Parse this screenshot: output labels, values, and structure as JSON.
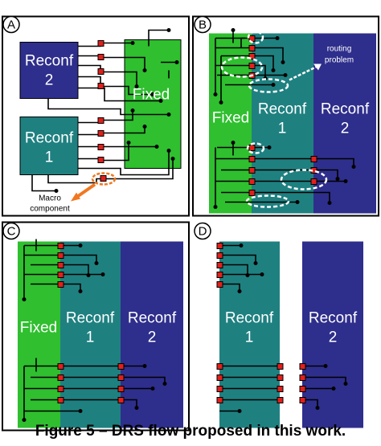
{
  "panels": [
    {
      "id": "A",
      "badge": "A",
      "reconf2_top": "Reconf",
      "reconf2_bottom": "2",
      "fixed": "Fixed",
      "reconf1_top": "Reconf",
      "reconf1_bottom": "1",
      "macro_top": "Macro",
      "macro_bottom": "component"
    },
    {
      "id": "B",
      "badge": "B",
      "fixed": "Fixed",
      "reconf1_top": "Reconf",
      "reconf1_bottom": "1",
      "reconf2_top": "Reconf",
      "reconf2_bottom": "2",
      "routing_top": "routing",
      "routing_bottom": "problem"
    },
    {
      "id": "C",
      "badge": "C",
      "fixed": "Fixed",
      "reconf1_top": "Reconf",
      "reconf1_bottom": "1",
      "reconf2_top": "Reconf",
      "reconf2_bottom": "2"
    },
    {
      "id": "D",
      "badge": "D",
      "reconf1_top": "Reconf",
      "reconf1_bottom": "1",
      "reconf2_top": "Reconf",
      "reconf2_bottom": "2"
    }
  ],
  "caption": "Figure 5 – DRS flow proposed in this work.",
  "colors": {
    "fixed": "#2fbf2f",
    "reconf1": "#1f8080",
    "reconf2": "#2e2e8c",
    "port": "#e0201c",
    "macro_highlight": "#f07820"
  }
}
